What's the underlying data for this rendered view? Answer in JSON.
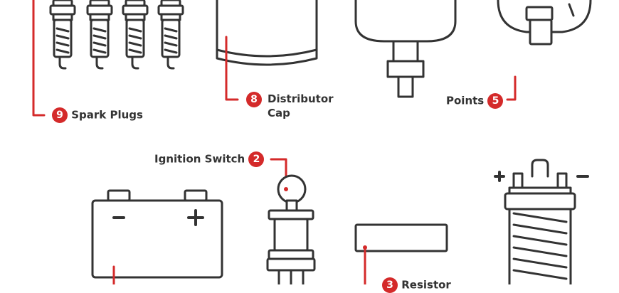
{
  "colors": {
    "accent": "#d42a2a",
    "outline": "#333333",
    "fill": "#ffffff"
  },
  "labels": {
    "spark_plugs": {
      "number": "9",
      "text": "Spark Plugs"
    },
    "distributor_cap": {
      "number": "8",
      "line1": "Distributor",
      "line2": "Cap"
    },
    "points": {
      "number": "5",
      "text": "Points"
    },
    "ignition_switch": {
      "number": "2",
      "text": "Ignition Switch"
    },
    "resistor": {
      "number": "3",
      "text": "Resistor"
    }
  },
  "battery": {
    "minus": "−",
    "plus": "+"
  },
  "coil": {
    "plus": "+",
    "minus": "−"
  }
}
